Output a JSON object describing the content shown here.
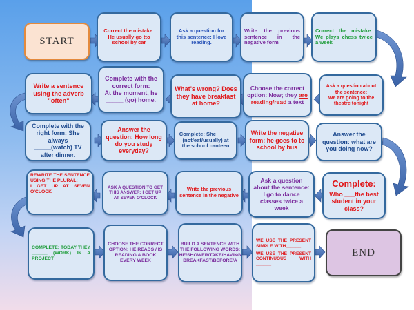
{
  "board": {
    "start": "START",
    "end": "END",
    "row1": [
      "Correct the mistake: He usually go tto school by car",
      "Ask a question for this sentence: I love reading.",
      "Write the previous sentence in the negative form",
      "Correct the mistake: We plays chess twice a week"
    ],
    "row2": {
      "c1": "Write a sentence using the adverb \"often\"",
      "c2_l1": "Complete with the correct form:",
      "c2_l2": "At the moment, he _____ (go) home.",
      "c3": "What's wrong? Does they have breakfast at home?",
      "c4_pre": "Choose the correct option: Now; they ",
      "c4_opt": "are reading/read",
      "c4_post": " a text",
      "c5_l1": "Ask a question about the sentence:",
      "c5_l2": "We are going to the theatre tonight"
    },
    "row3": [
      "Complete with the right form: She always _____(watch) TV after dinner.",
      "Answer the question: How long do you study everyday?",
      "Complete: She _____ (not/eat/usually) at the school canteen",
      "Write the negative form: he goes to to school by bus",
      "Answer the question: what are you doing now?"
    ],
    "row4": {
      "c1_l1": "REWRITE THE SENTENCE USING THE PLURAL:",
      "c1_l2": "I GET UP AT SEVEN O'CLOCK",
      "c2": "ASK A QUESTION TO GET THIS ANSWER: I GET UP AT SEVEN O'CLOCK",
      "c3": "Write the previous sentence in the negative",
      "c4_l1": "Ask a question about the sentence:",
      "c4_l2": "I go to dance classes twice a week",
      "c5_title": "Complete:",
      "c5_body": "Who ___the best student in your class?"
    },
    "row5": [
      "COMPLETE: TODAY THEY ______ (WORK) IN A PROJECT",
      "CHOOSE THE CORRECT OPTION: HE READS / IS READING A BOOK EVERY WEEK",
      "BUILD A SENTENCE WITH THE FOLLOWING WORDS: HE/SHOWER/TAKE/HAVING BREAKFAST/BEFORE/A"
    ],
    "row5_c4": {
      "l1": "WE USE THE PRESENT SIMPLE WITH______",
      "l2": "WE USE THE PRESENT CONTINUOUS WITH ______"
    }
  },
  "colors": {
    "card_fill": "#dce8f6",
    "card_border": "#34699e",
    "arrow": "#4a73b5",
    "start_fill": "#fbe3d2",
    "end_fill": "#ddc5e3"
  }
}
